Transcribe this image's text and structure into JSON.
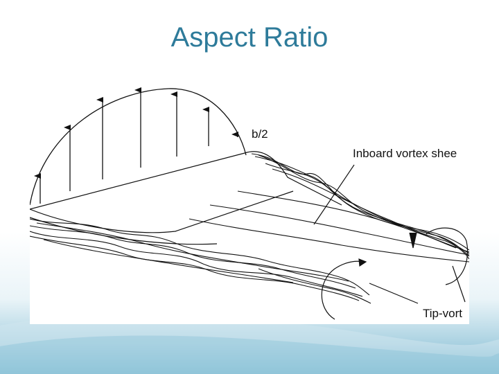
{
  "slide": {
    "title": "Aspect Ratio",
    "title_color": "#2e7b9a",
    "background_gradient": [
      "#ffffff",
      "#eaf4f8",
      "#a9d1e1",
      "#5aa9c6"
    ]
  },
  "diagram": {
    "labels": {
      "semispan": "b/2",
      "inboard_vortex": "Inboard vortex shee",
      "tip_vortex": "Tip-vort"
    },
    "line_color": "#111111"
  }
}
